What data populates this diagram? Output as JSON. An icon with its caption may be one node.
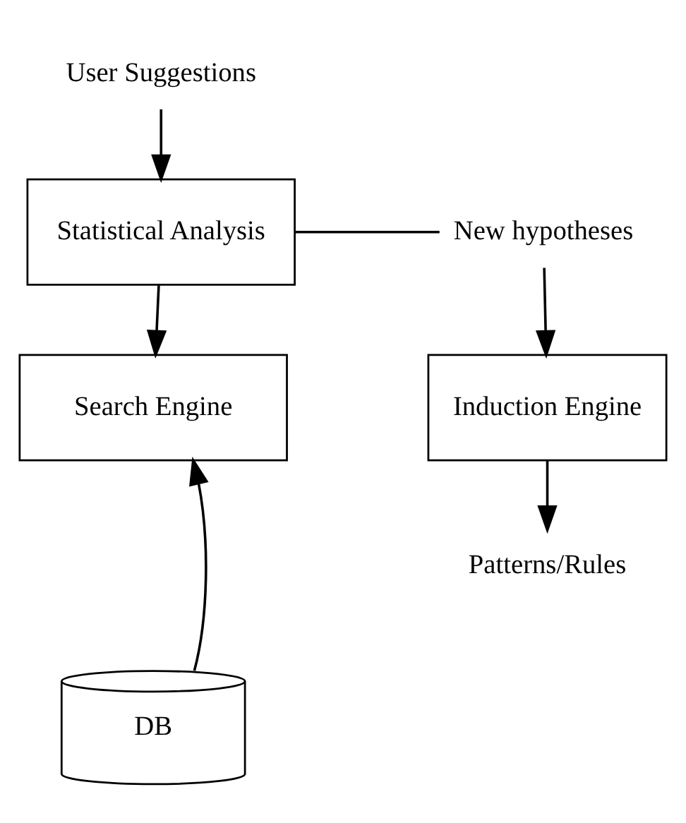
{
  "diagram": {
    "nodes": [
      {
        "text": [
          "User Suggestions"
        ]
      },
      {
        "text": [
          "Statistical Analysis"
        ]
      },
      {
        "text": [
          "New hypotheses"
        ]
      },
      {
        "text": [
          "Search Engine"
        ]
      },
      {
        "text": [
          "Induction Engine"
        ]
      },
      {
        "text": [
          "Patterns/Rules"
        ]
      },
      {
        "text": [
          "DB"
        ]
      }
    ],
    "edges": [
      {
        "from": 0,
        "to": 1,
        "arrow": "to"
      },
      {
        "from": 1,
        "to": 2,
        "arrow": "none"
      },
      {
        "from": 1,
        "to": 3,
        "arrow": "to"
      },
      {
        "from": 2,
        "to": 4,
        "arrow": "to"
      },
      {
        "from": 4,
        "to": 5,
        "arrow": "to"
      },
      {
        "from": 6,
        "to": 3,
        "arrow": "to"
      }
    ]
  }
}
